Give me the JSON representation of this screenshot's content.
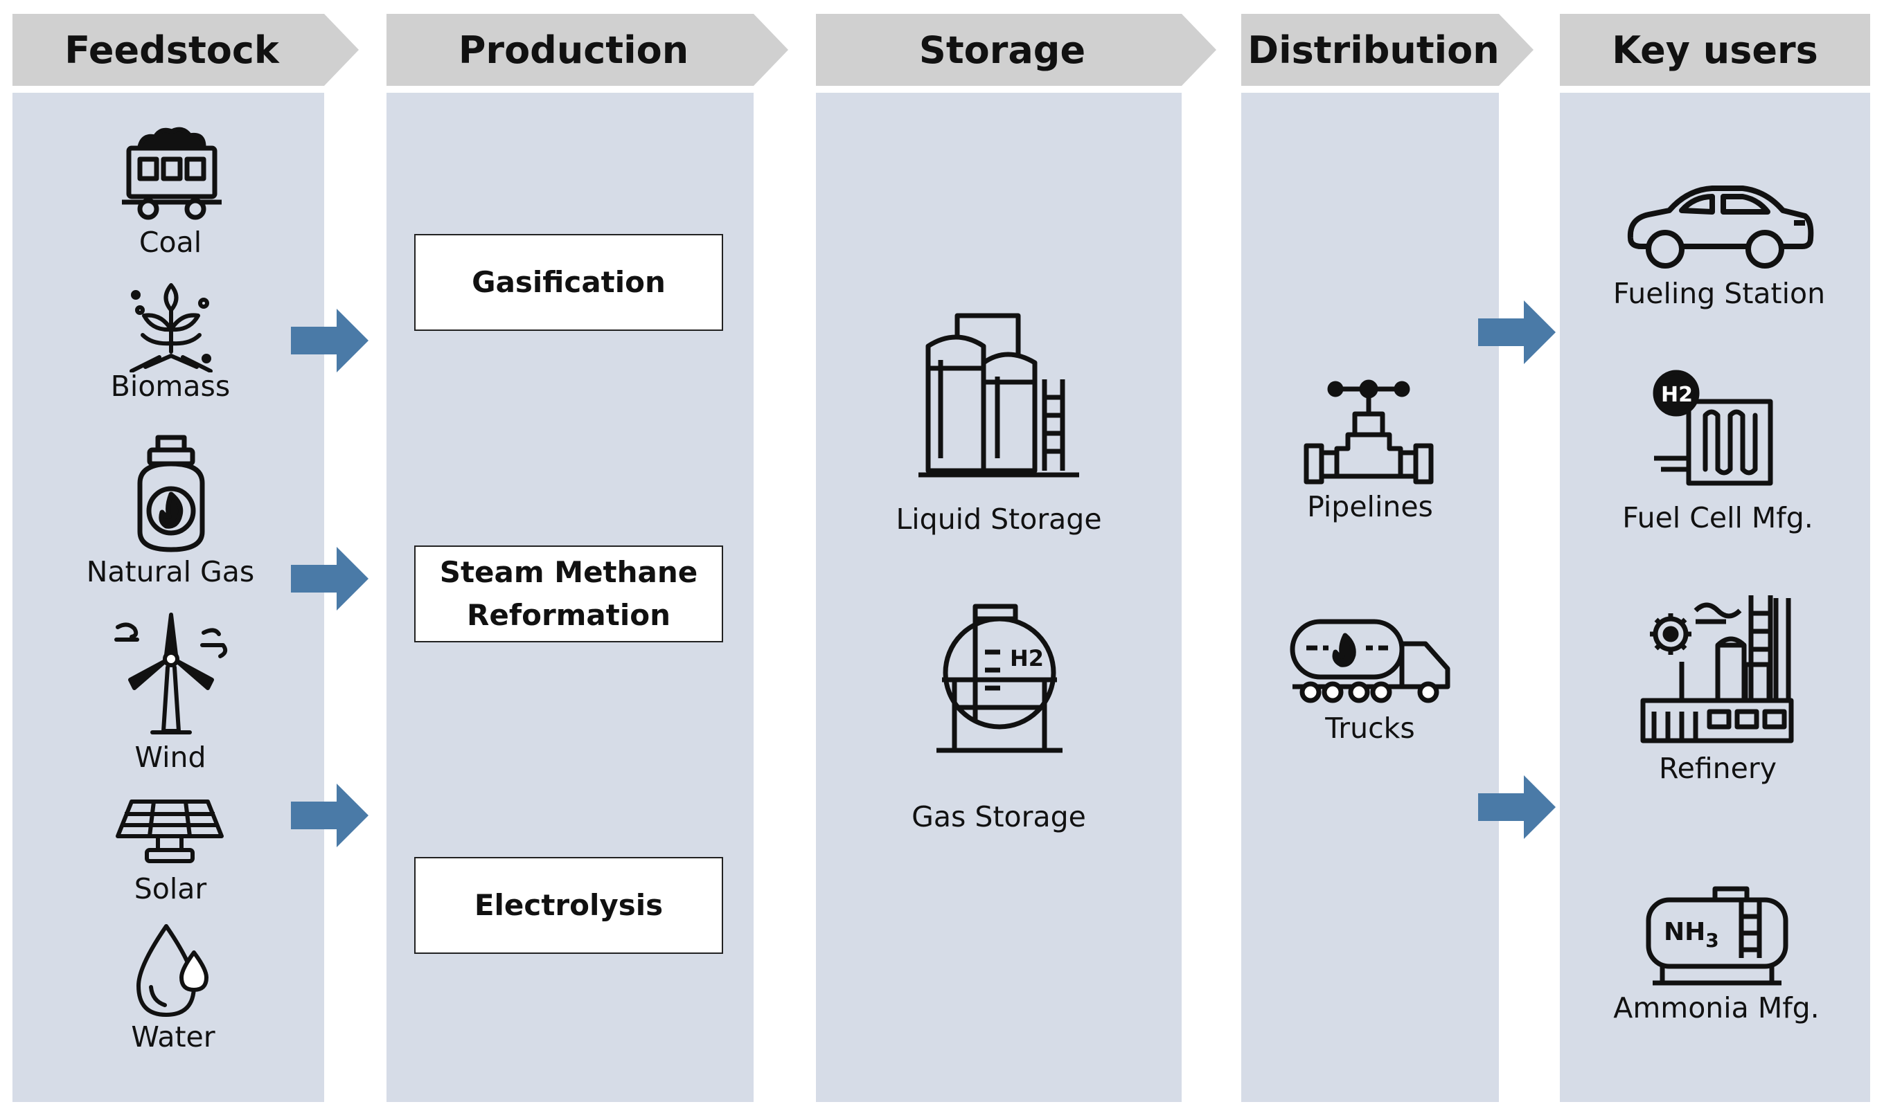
{
  "stages": [
    {
      "id": "feedstock",
      "title": "Feedstock"
    },
    {
      "id": "production",
      "title": "Production"
    },
    {
      "id": "storage",
      "title": "Storage"
    },
    {
      "id": "distribution",
      "title": "Distribution"
    },
    {
      "id": "key_users",
      "title": "Key users"
    }
  ],
  "feedstock": {
    "coal": "Coal",
    "biomass": "Biomass",
    "natural_gas": "Natural Gas",
    "wind": "Wind",
    "solar": "Solar",
    "water": "Water"
  },
  "production": {
    "gasification": "Gasification",
    "smr_line1": "Steam Methane",
    "smr_line2": "Reformation",
    "electrolysis": "Electrolysis"
  },
  "storage": {
    "liquid": "Liquid Storage",
    "gas": "Gas Storage",
    "gas_tank_text": "H2"
  },
  "distribution": {
    "pipelines": "Pipelines",
    "trucks": "Trucks"
  },
  "key_users": {
    "fueling": "Fueling Station",
    "fuel_cell": "Fuel Cell Mfg.",
    "fuel_cell_badge": "H2",
    "refinery": "Refinery",
    "ammonia": "Ammonia Mfg.",
    "ammonia_tank_text": "NH3"
  },
  "colors": {
    "column_bg": "#d6dce7",
    "header_bg": "#d0d0d0",
    "arrow": "#4a7aa7",
    "icon": "#111111"
  },
  "icons": [
    "coal-wagon-icon",
    "biomass-plant-icon",
    "gas-cylinder-icon",
    "wind-turbine-icon",
    "solar-panel-icon",
    "water-drop-icon",
    "liquid-storage-tank-icon",
    "gas-sphere-tank-icon",
    "pipeline-valve-icon",
    "tanker-truck-icon",
    "car-icon",
    "fuel-cell-icon",
    "refinery-icon",
    "ammonia-tank-icon"
  ]
}
